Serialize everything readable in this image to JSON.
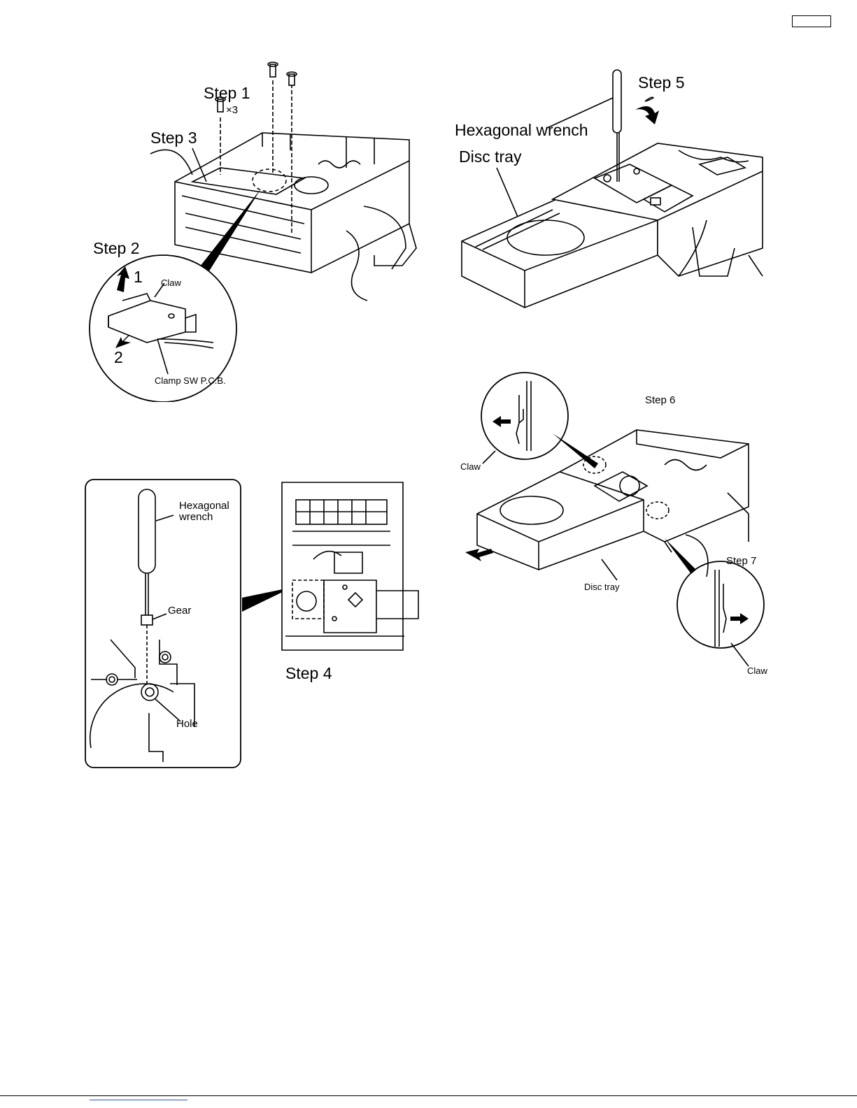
{
  "page_box": "",
  "figure_a": {
    "step1": "Step 1",
    "screw_count": "×3",
    "step3": "Step 3",
    "step2": "Step 2",
    "arrow1": "1",
    "arrow2": "2",
    "claw": "Claw",
    "clamp_pcb": "Clamp SW P.C.B."
  },
  "figure_b": {
    "step5": "Step 5",
    "hex_wrench": "Hexagonal wrench",
    "disc_tray": "Disc tray"
  },
  "figure_c": {
    "hex_wrench_line1": "Hexagonal",
    "hex_wrench_line2": "wrench",
    "gear": "Gear",
    "hole": "Hole",
    "step4": "Step 4"
  },
  "figure_d": {
    "step6": "Step 6",
    "step7": "Step 7",
    "claw_left": "Claw",
    "claw_right": "Claw",
    "disc_tray": "Disc tray"
  }
}
